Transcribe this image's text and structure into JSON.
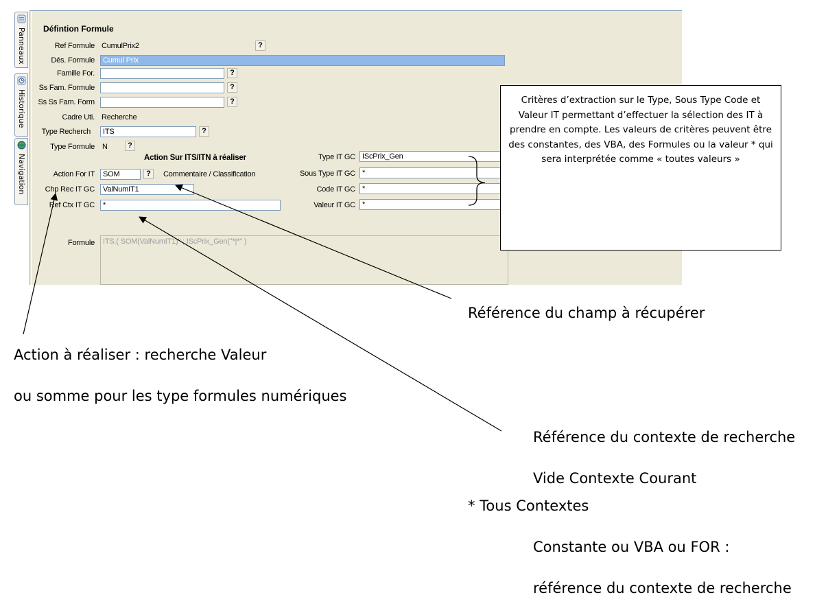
{
  "sidebar": {
    "tabs": [
      {
        "label": "Panneaux",
        "icon": "panels-icon"
      },
      {
        "label": "Historique",
        "icon": "history-icon"
      },
      {
        "label": "Navigation",
        "icon": "globe-icon"
      }
    ]
  },
  "form": {
    "title": "Défintion Formule",
    "ref_formule": {
      "label": "Ref Formule",
      "value": "CumulPrix2"
    },
    "des_formule": {
      "label": "Dés. Formule",
      "value": "Cumul Prix"
    },
    "famille": {
      "label": "Famille For.",
      "value": ""
    },
    "ss_fam": {
      "label": "Ss Fam. Formule",
      "value": ""
    },
    "ss_ss_fam": {
      "label": "Ss Ss Fam. Form",
      "value": ""
    },
    "cadre": {
      "label": "Cadre Uti.",
      "value": "Recherche"
    },
    "type_recherch": {
      "label": "Type Recherch",
      "value": "ITS"
    },
    "type_formule": {
      "label": "Type Formule",
      "value": "N"
    },
    "action_title": "Action Sur ITS/ITN à réaliser",
    "action_for": {
      "label": "Action For IT",
      "value": "SOM"
    },
    "commentaire": "Commentaire / Classification",
    "chp_rec": {
      "label": "Chp Rec IT GC",
      "value": "ValNumIT1"
    },
    "ref_ctx": {
      "label": "Ref Ctx IT GC",
      "value": "*"
    },
    "type_it": {
      "label": "Type IT GC",
      "value": "IScPrix_Gen"
    },
    "sous_type_it": {
      "label": "Sous Type IT GC",
      "value": "*"
    },
    "code_it": {
      "label": "Code IT GC",
      "value": "*"
    },
    "valeur_it": {
      "label": "Valeur IT GC",
      "value": "*"
    },
    "formule": {
      "label": "Formule",
      "value": "ITS.( SOM(ValNumIT1)\" ; IScPrix_Gen(\"*|*\" )"
    },
    "help": "?"
  },
  "callout": {
    "text": "Critères d’extraction  sur le Type, Sous Type Code et Valeur IT permettant d’effectuer la sélection des IT à prendre en compte. Les valeurs de critères peuvent être des constantes, des VBA, des Formules ou la valeur * qui sera interprétée comme « toutes valeurs »"
  },
  "annotations": {
    "ref_champ": "Référence du champ à récupérer",
    "action_line1": "Action à réaliser : recherche Valeur",
    "action_line2": "ou somme pour les type formules numériques",
    "ctx_line1": "Référence du contexte de recherche",
    "ctx_line2": "Vide Contexte Courant",
    "ctx_line3": "* Tous Contextes",
    "ctx_line4": "Constante ou VBA ou FOR :",
    "ctx_line5": "référence du contexte de recherche"
  }
}
